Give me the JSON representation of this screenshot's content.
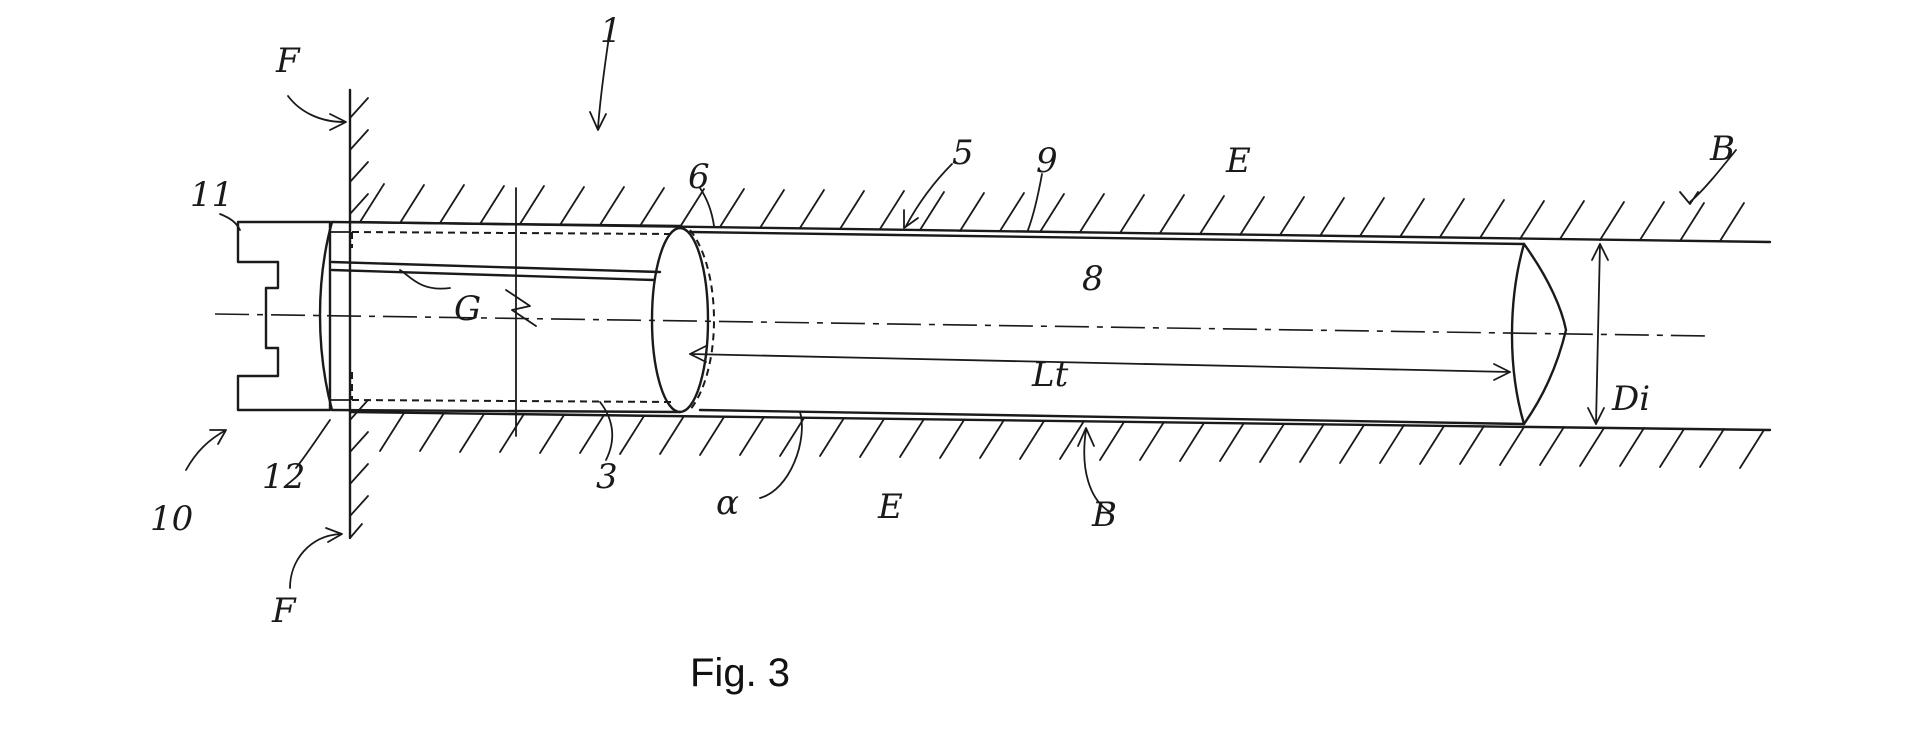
{
  "figure": {
    "caption": "Fig. 3",
    "labels": {
      "ref_1": "1",
      "ref_F_top": "F",
      "ref_F_bottom": "F",
      "ref_5": "5",
      "ref_9": "9",
      "ref_E_top": "E",
      "ref_E_bottom": "E",
      "ref_B_top": "B",
      "ref_B_bottom": "B",
      "ref_11": "11",
      "ref_6": "6",
      "ref_G": "G",
      "ref_8": "8",
      "ref_Lt": "Lt",
      "ref_Di": "Di",
      "ref_3": "3",
      "ref_alpha": "α",
      "ref_12": "12",
      "ref_10": "10"
    }
  }
}
